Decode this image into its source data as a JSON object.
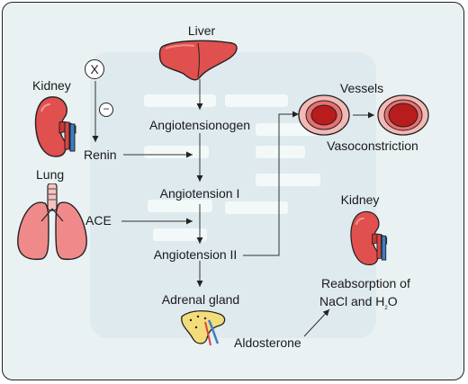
{
  "labels": {
    "liver": "Liver",
    "angiotensinogen": "Angiotensionogen",
    "angiotensin1": "Angiotension I",
    "angiotensin2": "Angiotension II",
    "adrenal": "Adrenal gland",
    "aldosterone": "Aldosterone",
    "kidney_left": "Kidney",
    "renin": "Renin",
    "lung": "Lung",
    "ace": "ACE",
    "vessels": "Vessels",
    "vasoconstriction": "Vasoconstriction",
    "kidney_right": "Kidney",
    "reabsorption_line1": "Reabsorption of",
    "reabsorption_line2_a": "NaCl and H",
    "reabsorption_sub": "2",
    "reabsorption_line2_b": "O"
  },
  "symbols": {
    "inhibit_x": "X",
    "inhibit_minus": "−"
  },
  "icons": [
    "liver-icon",
    "kidney-icon",
    "lung-icon",
    "vessel-icon",
    "adrenal-gland-icon"
  ],
  "colors": {
    "background": "#e9f1f3",
    "organ_red": "#e0504f",
    "vessel_red": "#b81c1c",
    "lung_pink": "#f08a8a",
    "adrenal_yellow": "#f3dc7a"
  }
}
